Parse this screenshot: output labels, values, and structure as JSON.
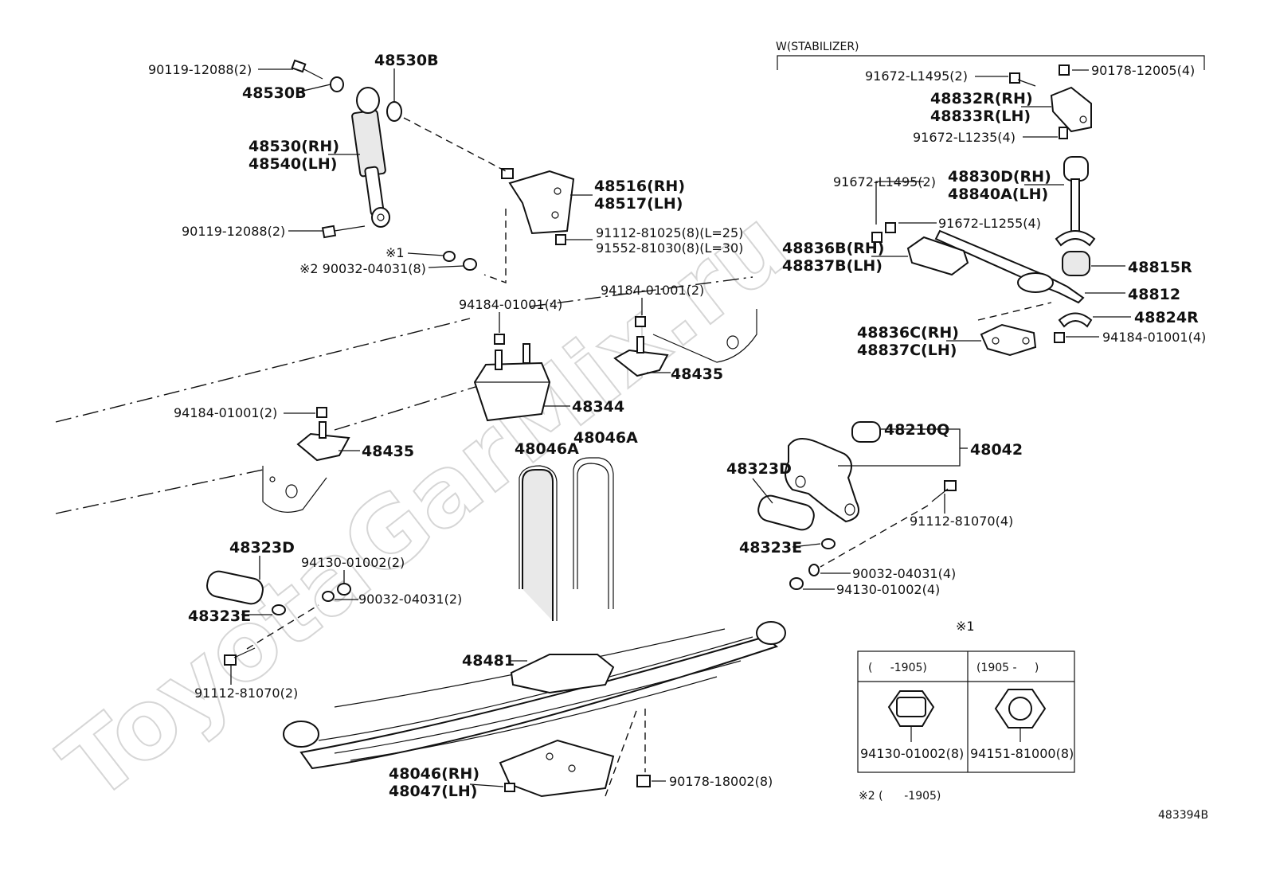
{
  "watermark": "ToyotaGarMix.ru",
  "stabilizer_group": "W(STABILIZER)",
  "diagram_id": "483394B",
  "labels": {
    "p90119_top": "90119-12088(2)",
    "p48530b_left": "48530B",
    "p48530b_top": "48530B",
    "p48530rh": "48530(RH)",
    "p48540lh": "48540(LH)",
    "p90119_bottom": "90119-12088(2)",
    "p48516rh": "48516(RH)",
    "p48517lh": "48517(LH)",
    "p91112_81025": "91112-81025(8)(L=25)",
    "p91552_81030": "91552-81030(8)(L=30)",
    "note1_marker": "※1",
    "p90032_04031_8": "※2 90032-04031(8)",
    "p94184_4": "94184-01001(4)",
    "p94184_2_right": "94184-01001(2)",
    "p48435_right": "48435",
    "p48344": "48344",
    "p94184_2_left": "94184-01001(2)",
    "p48435_left": "48435",
    "p48046a_left": "48046A",
    "p48046a_right": "48046A",
    "p48323d_left": "48323D",
    "p94130_2": "94130-01002(2)",
    "p90032_04031_2": "90032-04031(2)",
    "p48323e_left": "48323E",
    "p91112_81070_2": "91112-81070(2)",
    "p48481": "48481",
    "p48046rh": "48046(RH)",
    "p48047lh": "48047(LH)",
    "p90178_18002": "90178-18002(8)",
    "p48210q": "48210Q",
    "p48042": "48042",
    "p48323d_right": "48323D",
    "p91112_81070_4": "91112-81070(4)",
    "p48323e_right": "48323E",
    "p90032_04031_4": "90032-04031(4)",
    "p94130_4": "94130-01002(4)",
    "p91672_l1495_top": "91672-L1495(2)",
    "p90178_12005": "90178-12005(4)",
    "p48832r": "48832R(RH)",
    "p48833r": "48833R(LH)",
    "p91672_l1235": "91672-L1235(4)",
    "p91672_l1495_mid": "91672-L1495(2)",
    "p48830d": "48830D(RH)",
    "p48840a": "48840A(LH)",
    "p91672_l1255": "91672-L1255(4)",
    "p48836b": "48836B(RH)",
    "p48837b": "48837B(LH)",
    "p48815r": "48815R",
    "p48812": "48812",
    "p48824r": "48824R",
    "p48836c": "48836C(RH)",
    "p48837c": "48837C(LH)",
    "p94184_4_right": "94184-01001(4)"
  },
  "note_table": {
    "marker": "※1",
    "col1_header": "(     -1905)",
    "col2_header": "(1905 -     )",
    "col1_part": "94130-01002(8)",
    "col2_part": "94151-81000(8)"
  },
  "footnote2": "※2 (      -1905)"
}
